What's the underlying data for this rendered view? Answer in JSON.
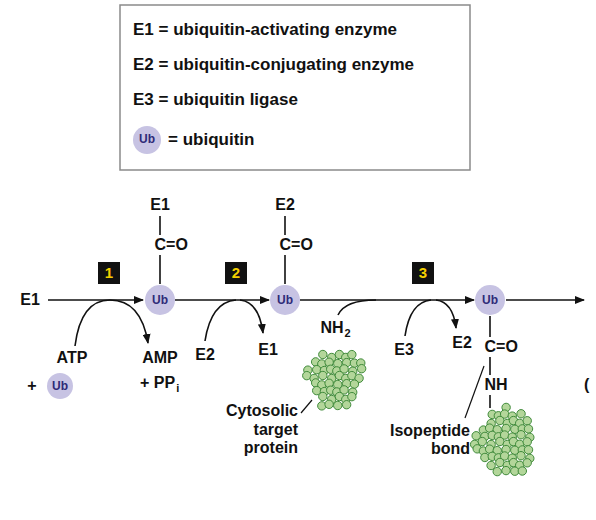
{
  "diagram": {
    "nodes": [
      {
        "text": [
          "Ub"
        ]
      },
      {
        "text": [
          "Ub"
        ]
      },
      {
        "text": [
          "Ub"
        ]
      },
      {
        "text": [
          "Ub"
        ]
      }
    ],
    "edges": [
      {
        "from": 0,
        "to": 1,
        "arrow": "to"
      },
      {
        "from": 1,
        "to": 2,
        "arrow": "to"
      }
    ],
    "labels": [
      "Ub",
      "E1",
      "C=O",
      "E2",
      "C=O",
      "E1",
      "1",
      "2",
      "3",
      "ATP",
      "+",
      "AMP",
      "+ PP",
      "i",
      "E2",
      "E1",
      "NH",
      "2",
      "Cytosolic target protein",
      "E3",
      "E2",
      "C=O",
      "NH",
      "Isopeptide bond",
      "("
    ],
    "legend": [
      {
        "text": "E1 = ubiquitin-activating enzyme"
      },
      {
        "text": "E2 = ubiquitin-conjugating enzyme"
      },
      {
        "text": "E3 = ubiquitin ligase"
      },
      {
        "text": "= ubiquitin",
        "color": "#c7c3e3"
      }
    ]
  }
}
